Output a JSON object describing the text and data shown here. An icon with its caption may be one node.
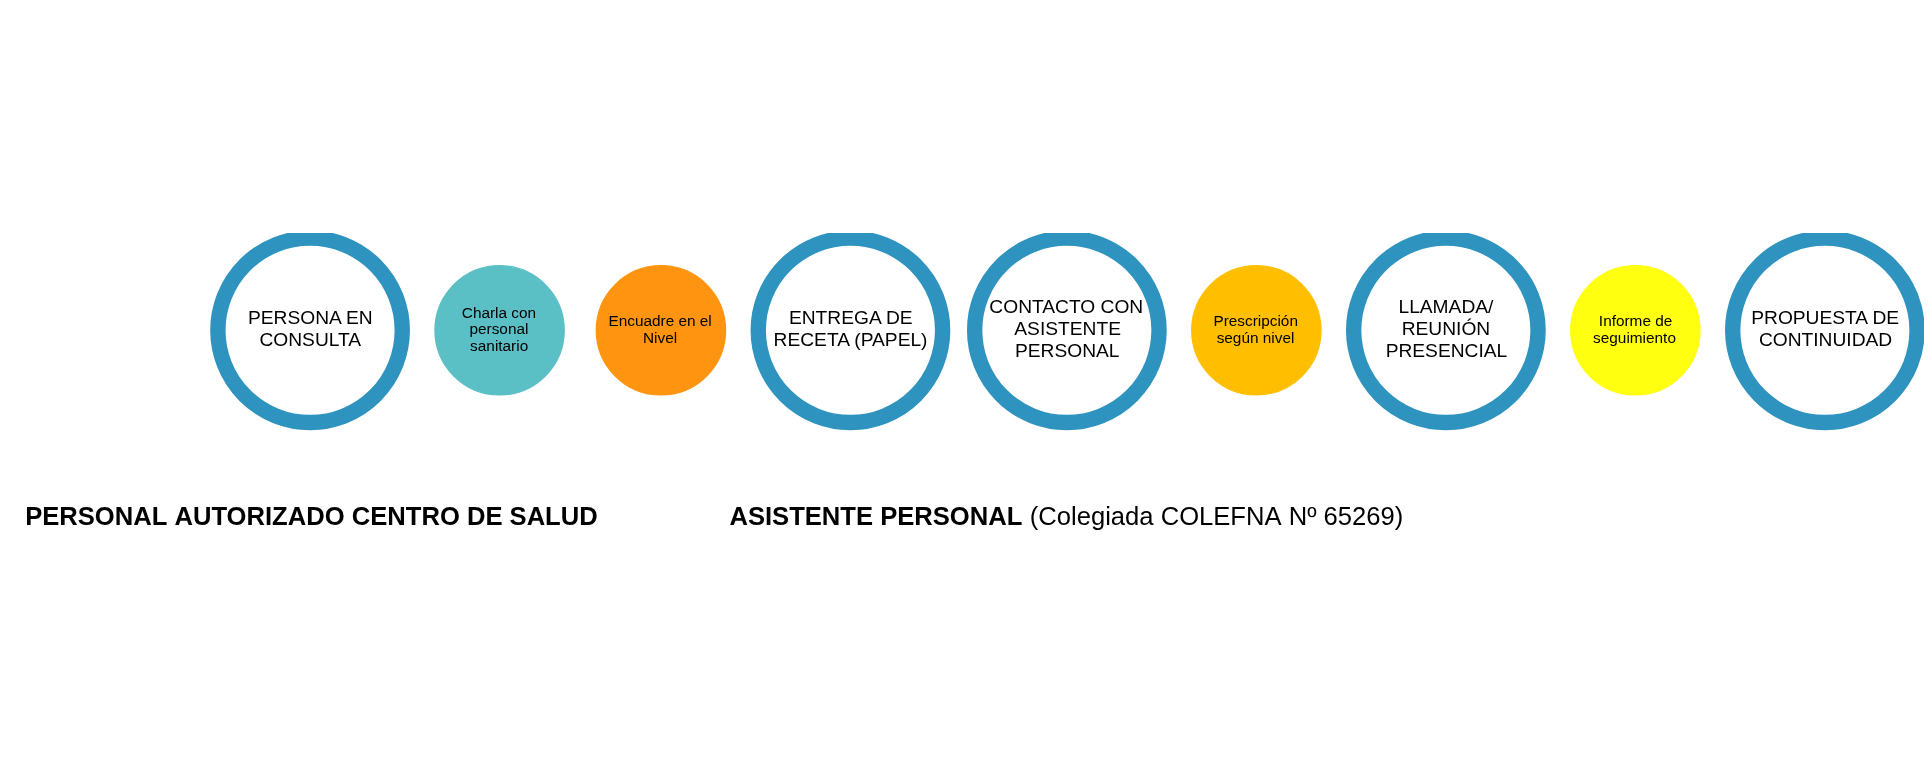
{
  "diagram": {
    "nodes": [
      {
        "text": [
          "PERSONA EN CONSULTA"
        ]
      },
      {
        "text": [
          "Charla con personal sanitario"
        ]
      },
      {
        "text": [
          "Encuadre en el Nivel"
        ]
      },
      {
        "text": [
          "ENTREGA DE RECETA (PAPEL)"
        ]
      },
      {
        "text": [
          "CONTACTO CON ASISTENTE PERSONAL"
        ]
      },
      {
        "text": [
          "Prescripción según nivel"
        ]
      },
      {
        "text": [
          "LLAMADA/ REUNIÓN PRESENCIAL"
        ]
      },
      {
        "text": [
          "Informe de seguimiento"
        ]
      },
      {
        "text": [
          "PROPUESTA DE CONTINUIDAD"
        ]
      }
    ],
    "labels": [
      "PERSONAL AUTORIZADO CENTRO DE SALUD",
      "**ASISTENTE PERSONAL** (Colegiada COLEFNA Nº 65269)"
    ]
  }
}
